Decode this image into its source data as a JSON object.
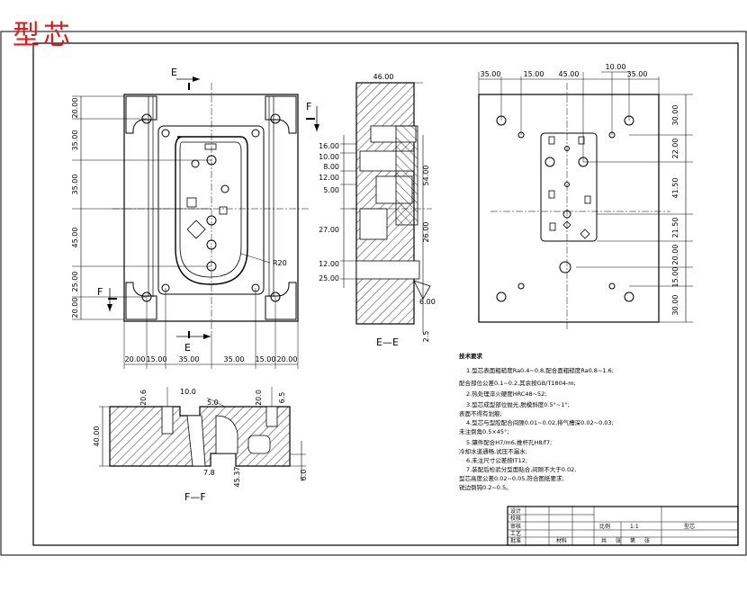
{
  "title": "型芯",
  "view_labels": {
    "section_ff": "F—F",
    "section_ee": "E—E",
    "cut_e_top": "E",
    "cut_e_bottom": "E",
    "cut_f_left": "F",
    "cut_f_right": "F"
  },
  "plan_view": {
    "left_dims": [
      "20.00",
      "35.00",
      "35.00",
      "45.00",
      "25.00",
      "20.00"
    ],
    "bottom_dims": [
      "20.00",
      "15.00",
      "35.00",
      "35.00",
      "15.00",
      "20.00"
    ],
    "radius_label": "R20"
  },
  "section_ee": {
    "top_dim": "46.00",
    "left_dims": [
      "16.00",
      "10.00",
      "8.00",
      "12.00",
      "5.00",
      "27.00",
      "12.00",
      "25.00"
    ],
    "right_dims": [
      "54.00",
      "26.00",
      "6.00",
      "2.5"
    ]
  },
  "right_view": {
    "top_dims": [
      "35.00",
      "15.00",
      "45.00",
      "10.00",
      "35.00"
    ],
    "right_dims": [
      "30.00",
      "22.00",
      "41.50",
      "21.50",
      "20.00",
      "15.00",
      "30.00"
    ]
  },
  "section_ff": {
    "left_dim": "40.00",
    "top_dims": [
      "20.6",
      "10.0",
      "5.0",
      "20.0",
      "6.5"
    ],
    "bottom_dims": [
      "7.8",
      "45.37"
    ],
    "right_dim": "6.0"
  },
  "notes": {
    "heading": "技术要求",
    "lines": [
      "1.型芯表面粗糙度Ra0.4~0.8,配合面粗糙度Ra0.8~1.6;",
      "配合部位公差0.1~0.2,其余按GB/T1804-m;",
      "2.热处理淬火硬度HRC48~52;",
      "3.型芯成型部位抛光,脱模斜度0.5°~1°;",
      "表面不得有划痕;",
      "4.型芯与型腔配合间隙0.01~0.02,排气槽深0.02~0.03;",
      "未注倒角0.5×45°;",
      "5.镶件配合H7/m6,推杆孔H8/f7;",
      "冷却水道通畅,试压不漏水;",
      "6.未注尺寸公差按IT12;",
      "7.装配后检验分型面贴合,间隙不大于0.02,",
      "型芯高度公差0.02~0.05,符合图纸要求;",
      "锐边倒钝0.2~0.5。"
    ]
  },
  "title_block": {
    "row_labels": [
      "设计",
      "校核",
      "审核",
      "工艺",
      "批准"
    ],
    "scale_label": "比例",
    "scale_value": "1:1",
    "part_name": "型芯",
    "bottom_labels": [
      "共",
      "张",
      "第",
      "张"
    ],
    "material": "材料"
  },
  "colors": {
    "title": "#d61e1e",
    "line": "#000000",
    "hatch": "#000000",
    "background": "#ffffff"
  }
}
